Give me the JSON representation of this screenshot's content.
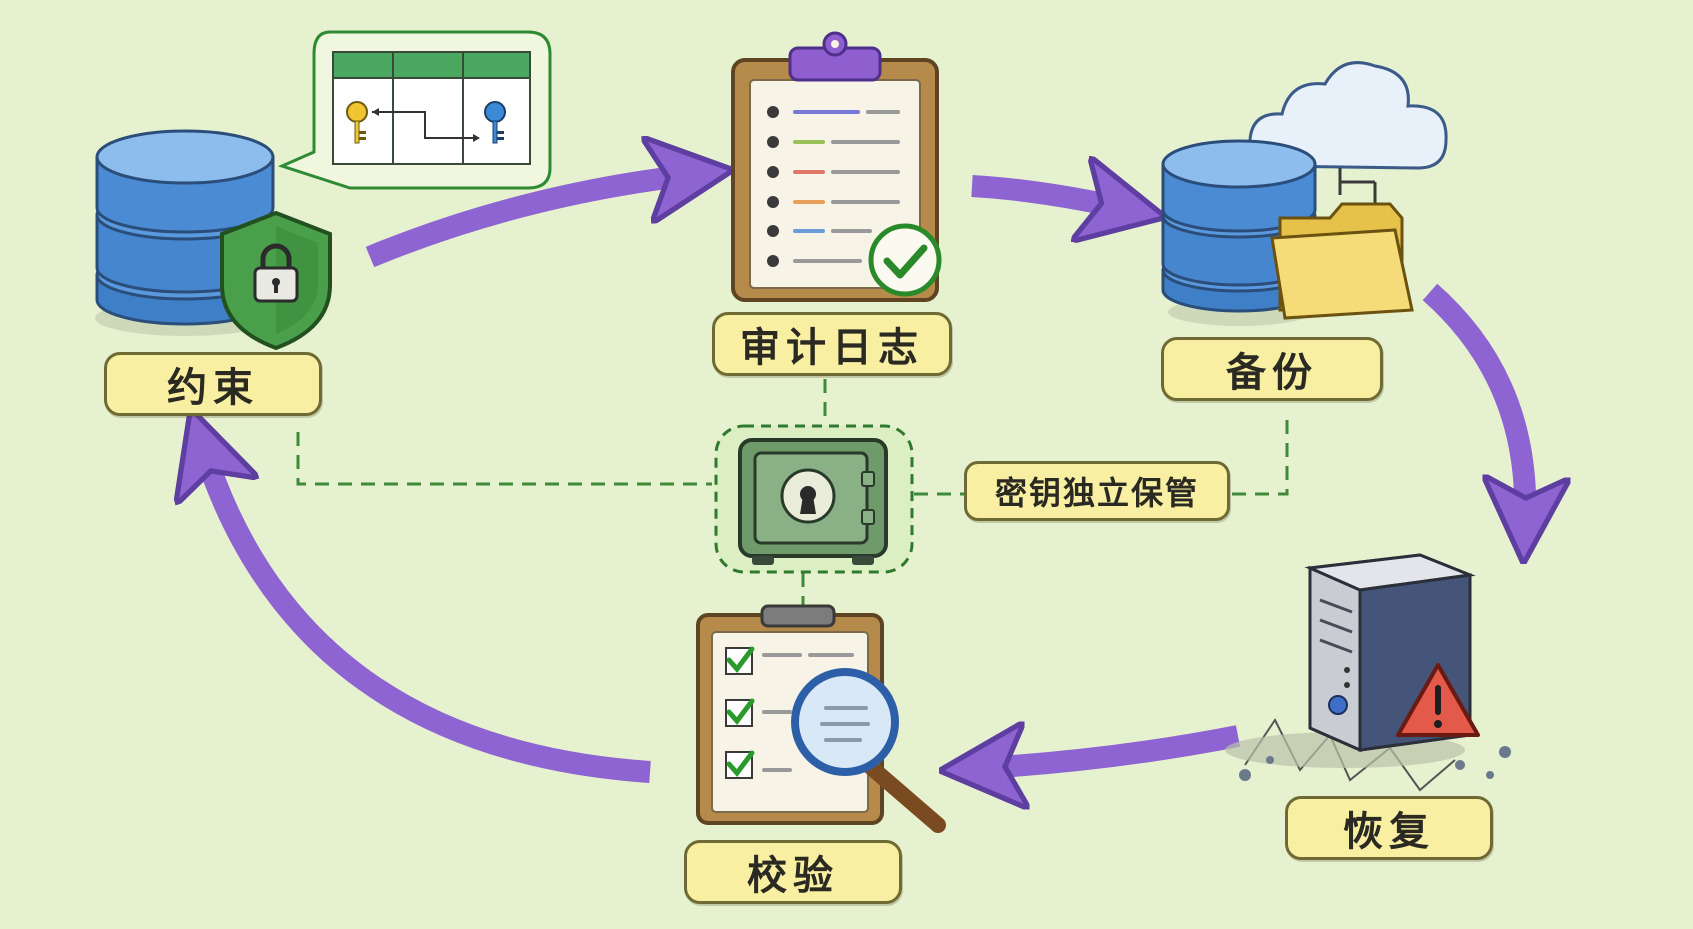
{
  "stages": {
    "constraint": "约束",
    "audit_log": "审计日志",
    "backup": "备份",
    "restore": "恢复",
    "verify": "校验"
  },
  "center": {
    "key_note": "密钥独立保管"
  },
  "colors": {
    "background": "#e6f1cf",
    "cycle_arrow": "#8e63d2",
    "dashed_link": "#3e8a3a",
    "label_fill": "#f8efa2",
    "database_blue": "#4f8ed8",
    "shield_green": "#4aa04a",
    "safe_green": "#6f9a6a",
    "folder_yellow": "#f3d66a",
    "warning_red": "#e35a4a"
  },
  "icons": [
    "database-icon",
    "shield-lock-icon",
    "key-mapping-table-icon",
    "clipboard-checklist-icon",
    "check-circle-icon",
    "cloud-icon",
    "folder-icon",
    "server-icon",
    "warning-icon",
    "magnifier-icon",
    "safe-vault-icon"
  ]
}
